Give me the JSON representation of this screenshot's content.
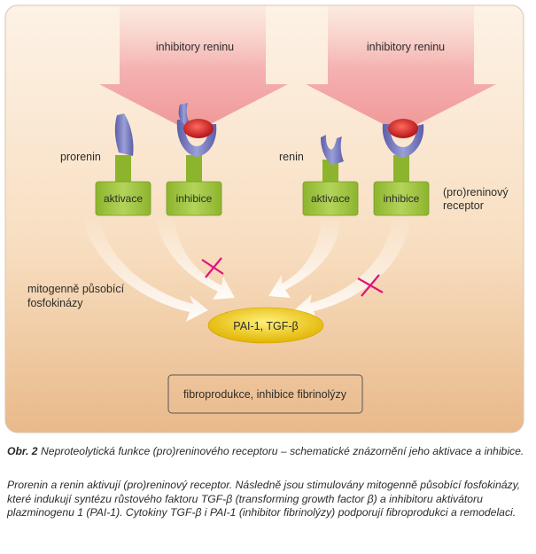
{
  "diagram": {
    "inhibitor_left": "inhibitory reninu",
    "inhibitor_right": "inhibitory reninu",
    "prorenin": "prorenin",
    "renin": "renin",
    "receptor_line1": "(pro)reninový",
    "receptor_line2": "receptor",
    "box_aktivace_1": "aktivace",
    "box_inhibice_1": "inhibice",
    "box_aktivace_2": "aktivace",
    "box_inhibice_2": "inhibice",
    "mitogen_line1": "mitogenně působící",
    "mitogen_line2": "fosfokinázy",
    "center_ellipse": "PAI-1, TGF-β",
    "result_box": "fibroprodukce, inhibice fibrinolýzy"
  },
  "caption": {
    "fig_label": "Obr. 2",
    "title": "Neproteolytická funkce (pro)reninového receptoru – schematické znázornění jeho aktivace a inhibice.",
    "body": "Prorenin a renin aktivují (pro)reninový receptor. Následně jsou stimulovány mitogenně působící fosfokinázy, které indukují syntézu růstového faktoru TGF-β (transforming growth factor β) a inhibitoru aktivátoru plazminogenu 1 (PAI-1). Cytokiny TGF-β i PAI-1 (inhibitor fibrinolýzy) podporují fibroprodukci a remodelaci."
  }
}
